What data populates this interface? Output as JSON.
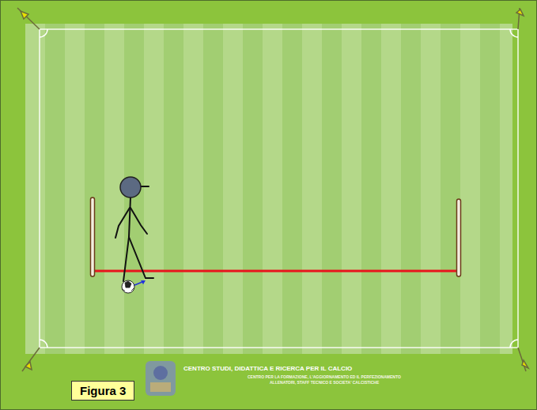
{
  "diagram": {
    "nodes": [
      {
        "text": [
          "Figura 3"
        ]
      }
    ],
    "labels": [
      "CENTRO STUDI, DIDATTICA E RICERCA PER IL CALCIO",
      "CENTRO PER LA FORMAZIONE, L'AGGIORNAMENTO ED IL PERFEZIONAMENTO",
      "ALLENATORI, STAFF TECNICO E SOCIETA' CALCISTICHE"
    ]
  }
}
